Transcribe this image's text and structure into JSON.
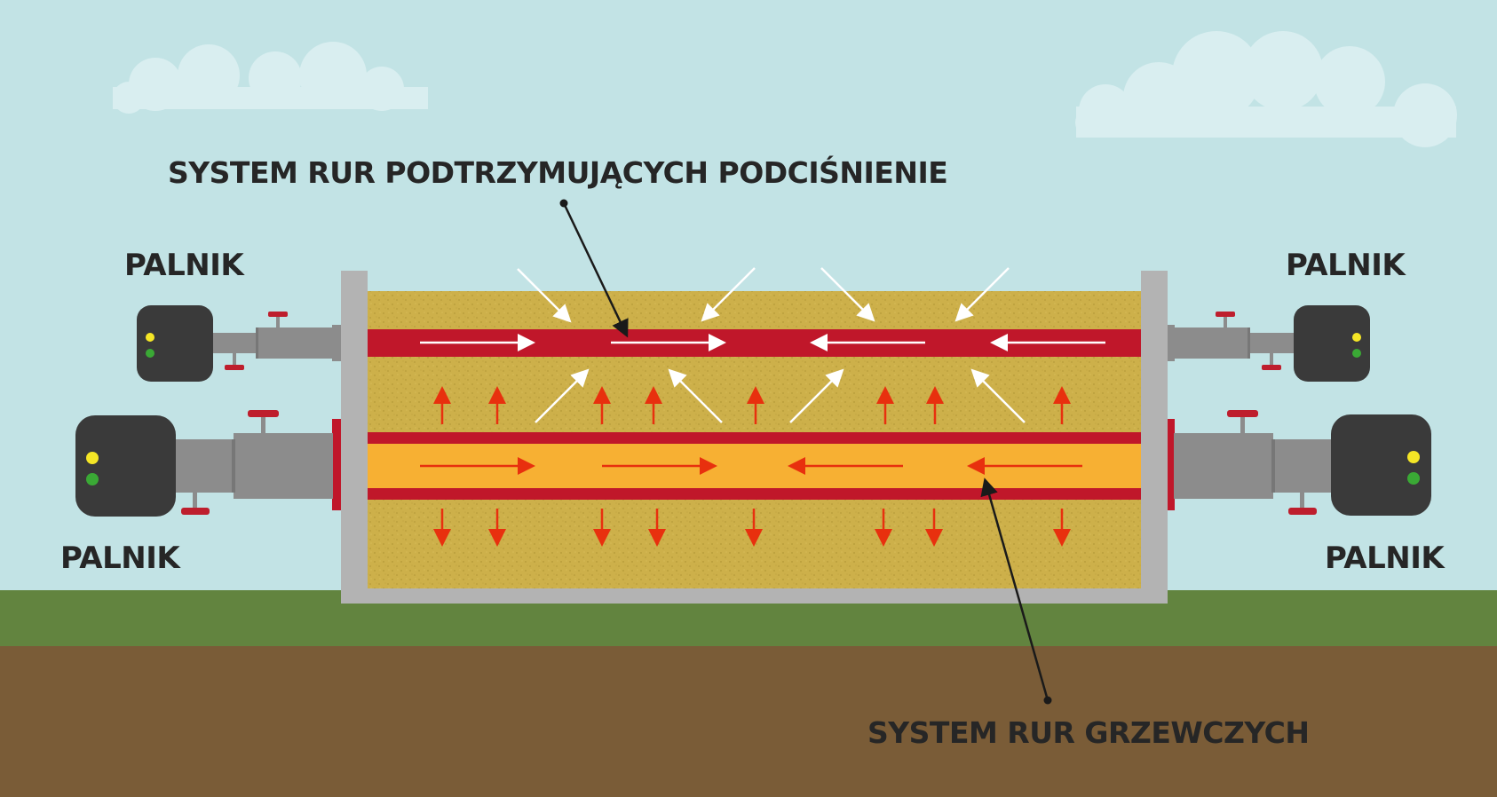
{
  "labels": {
    "vacuum_pipes": "SYSTEM RUR PODTRZYMUJĄCYCH PODCIŚNIENIE",
    "heating_pipes": "SYSTEM RUR GRZEWCZYCH",
    "burner_top_left": "PALNIK",
    "burner_top_right": "PALNIK",
    "burner_bottom_left": "PALNIK",
    "burner_bottom_right": "PALNIK"
  },
  "colors": {
    "sky": "#c2e3e5",
    "cloud": "#d9eef0",
    "grass": "#62843f",
    "soil": "#7a5c37",
    "sand": "#cdb04a",
    "container_wall": "#b3b3b3",
    "vacuum_pipe": "#c0172a",
    "heating_core": "#f7b033",
    "burner_body": "#3a3a3a",
    "valve": "#be1e2d",
    "pipe_grey": "#8c8c8c",
    "arrow_white": "#ffffff",
    "arrow_red": "#e8300e",
    "indicator_yellow": "#f5e626",
    "indicator_green": "#3aa935"
  }
}
